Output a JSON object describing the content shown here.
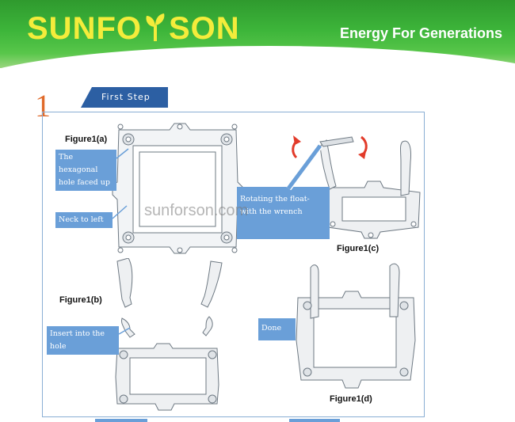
{
  "header": {
    "logo_text_left": "SUNFO",
    "logo_text_right": "SON",
    "tagline": "Energy For Generations"
  },
  "step": {
    "number": "1",
    "label": "First Step"
  },
  "figures": {
    "a": {
      "label": "Figure1(a)"
    },
    "b": {
      "label": "Figure1(b)"
    },
    "c": {
      "label": "Figure1(c)"
    },
    "d": {
      "label": "Figure1(d)"
    }
  },
  "callouts": {
    "hexagonal": "The hexagonal hole faced up",
    "neck": "Neck to left",
    "rotating": "Rotating the float- with the wrench",
    "insert": "Insert into the hole",
    "done": "Done"
  },
  "watermark": "sunforson.com",
  "colors": {
    "banner_green": "#3db53a",
    "logo_yellow": "#f4ec3b",
    "step_orange": "#e06a2a",
    "callout_blue": "#6a9fd8",
    "arrow_red": "#e23b2a"
  }
}
